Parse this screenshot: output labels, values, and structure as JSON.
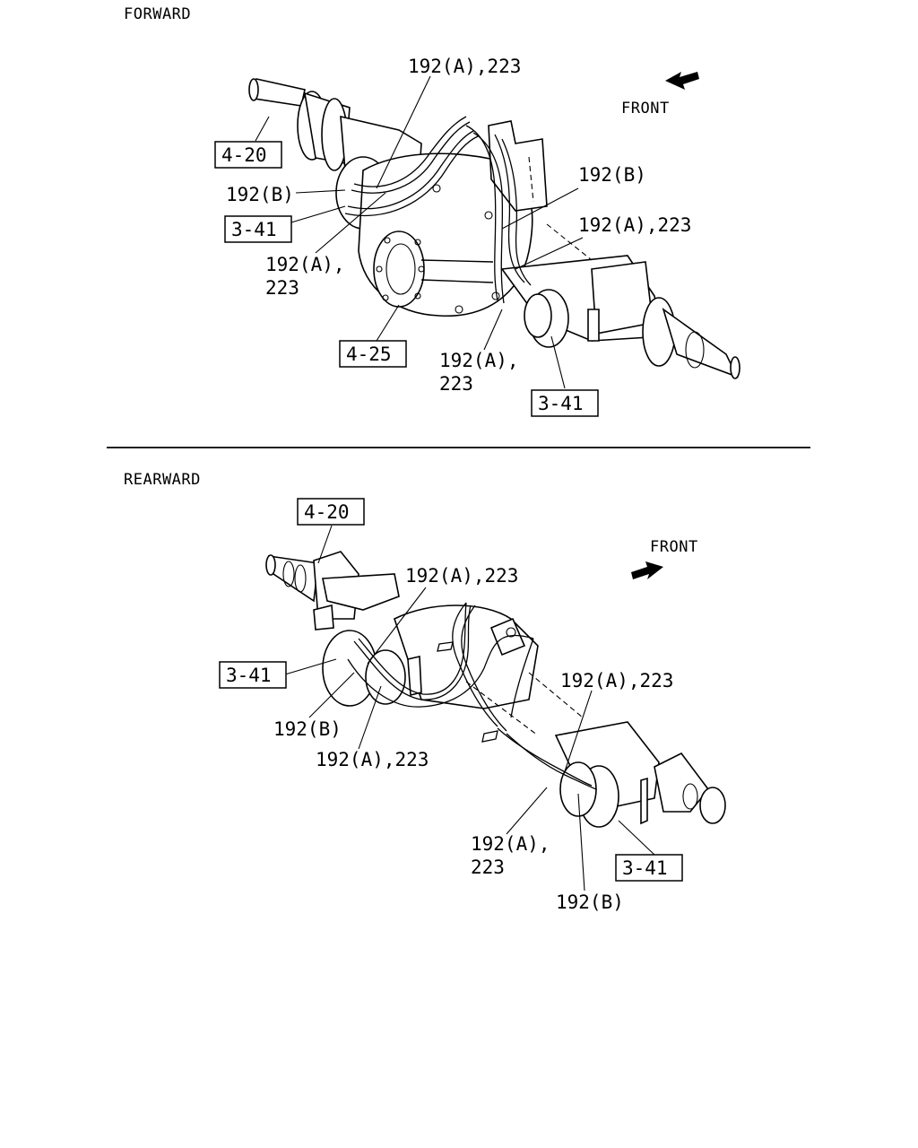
{
  "sections": {
    "forward": {
      "title": "FORWARD",
      "front_label": "FRONT",
      "callouts": {
        "c1": "192(A),223",
        "c2": "192(B)",
        "c3": "192(A),",
        "c3b": "223",
        "c4": "192(B)",
        "c5": "192(A),223",
        "c6": "192(A),",
        "c6b": "223"
      },
      "boxes": {
        "b1": "4-20",
        "b2": "3-41",
        "b3": "4-25",
        "b4": "3-41"
      }
    },
    "rearward": {
      "title": "REARWARD",
      "front_label": "FRONT",
      "callouts": {
        "c1": "192(A),223",
        "c2": "192(B)",
        "c3": "192(A),223",
        "c4": "192(A),223",
        "c5": "192(A),",
        "c5b": "223",
        "c6": "192(B)"
      },
      "boxes": {
        "b1": "4-20",
        "b2": "3-41",
        "b3": "3-41"
      }
    }
  }
}
